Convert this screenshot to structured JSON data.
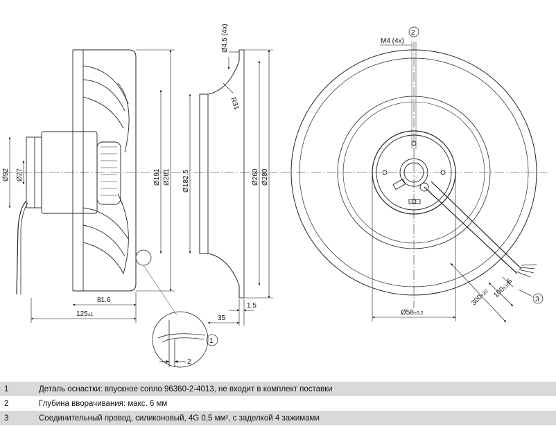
{
  "dimensions": {
    "d92": "Ø92",
    "d27": "Ø27",
    "d191": "Ø191",
    "d281": "Ø281",
    "l816": "81.6",
    "l125": "125",
    "l125_tol": "±1",
    "d45": "Ø4.5 (4x)",
    "r31": "R31",
    "d1825": "Ø182.5",
    "d260": "Ø260",
    "d280": "Ø280",
    "l35": "35",
    "l15": "1.5",
    "l2": "2",
    "m4": "M4 (4x)",
    "d58": "Ø58",
    "d58_tol": "±0.2",
    "l300": "300",
    "l300_tol": "+20",
    "l100": "100",
    "l100_tol": "±10",
    "l6": "6"
  },
  "callouts": [
    "1",
    "2",
    "3"
  ],
  "legend": [
    {
      "num": "1",
      "text": "Деталь оснастки: впускное сопло 96360-2-4013, не входит в комплект поставки"
    },
    {
      "num": "2",
      "text": "Глубина вворачивания: макс. 6 мм"
    },
    {
      "num": "3",
      "text": "Соединительный провод, силиконовый, 4G 0,5 мм², с заделкой 4 зажимами"
    }
  ]
}
